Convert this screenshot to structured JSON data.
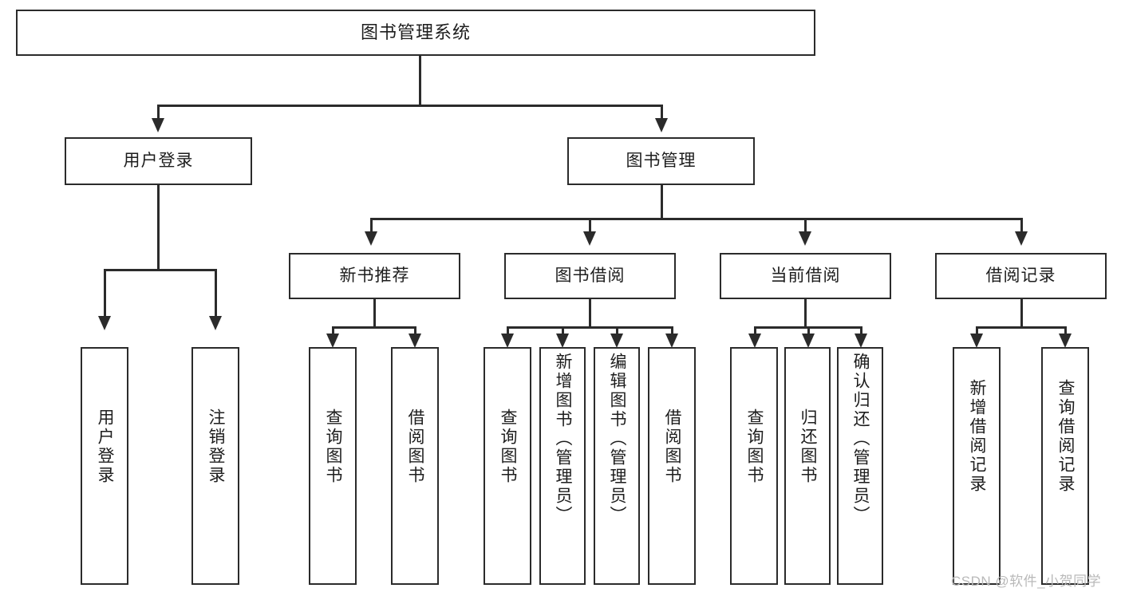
{
  "diagram": {
    "title": "图书管理系统",
    "type": "hierarchy-tree",
    "root": {
      "label": "图书管理系统"
    },
    "level2": [
      {
        "label": "用户登录"
      },
      {
        "label": "图书管理"
      }
    ],
    "level3": [
      {
        "label": "新书推荐"
      },
      {
        "label": "图书借阅"
      },
      {
        "label": "当前借阅"
      },
      {
        "label": "借阅记录"
      }
    ],
    "leaves": {
      "user_login": [
        {
          "label": "用户登录"
        },
        {
          "label": "注销登录"
        }
      ],
      "new_book": [
        {
          "label": "查询图书"
        },
        {
          "label": "借阅图书"
        }
      ],
      "book_borrow": [
        {
          "label": "查询图书"
        },
        {
          "label": "新增图书（管理员）"
        },
        {
          "label": "编辑图书（管理员）"
        },
        {
          "label": "借阅图书"
        }
      ],
      "current_borrow": [
        {
          "label": "查询图书"
        },
        {
          "label": "归还图书"
        },
        {
          "label": "确认归还（管理员）"
        }
      ],
      "borrow_record": [
        {
          "label": "新增借阅记录"
        },
        {
          "label": "查询借阅记录"
        }
      ]
    }
  },
  "watermark": {
    "text": "CSDN @软件_小贺同学"
  },
  "colors": {
    "stroke": "#2b2b2b",
    "fill": "#ffffff",
    "text": "#1d1d1d",
    "watermark": "#b9b9b9"
  }
}
